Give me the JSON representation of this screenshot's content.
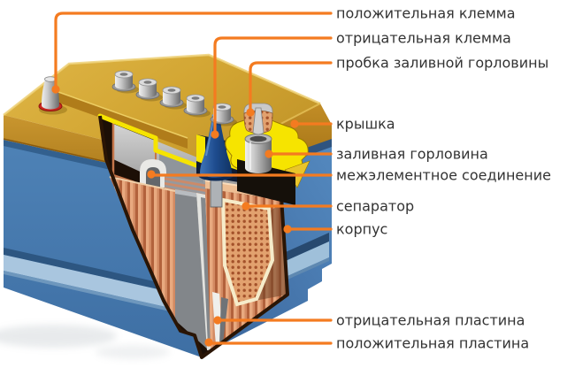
{
  "figure": {
    "description": "Cutaway diagram of a car lead-acid battery with Russian part labels"
  },
  "labels": [
    {
      "text": "положительная клемма"
    },
    {
      "text": "отрицательная клемма"
    },
    {
      "text": "пробка заливной горловины"
    },
    {
      "text": "крышка"
    },
    {
      "text": "заливная горловина"
    },
    {
      "text": "межэлементное соединение"
    },
    {
      "text": "сепаратор"
    },
    {
      "text": "корпус"
    },
    {
      "text": "отрицательная пластина"
    },
    {
      "text": "положительная пластина"
    }
  ],
  "colors": {
    "background": "#ffffff",
    "leader_orange": "#f47b20",
    "label_text": "#333333",
    "case_blue": "#4a7db2",
    "case_blue_dark": "#3a659b",
    "case_stripe_light": "#a9c6df",
    "lid_gold": "#d2a532",
    "lid_cut_yellow": "#f6e400",
    "plate_salmon": "#d38a62",
    "separator_border_cream": "#f6ecca",
    "positive_terminal_ring_red": "#cb2820",
    "negative_terminal_blue": "#1d4b8d",
    "metal_grey": "#c9c9c9",
    "cut_edge_brown": "#2a1505"
  }
}
